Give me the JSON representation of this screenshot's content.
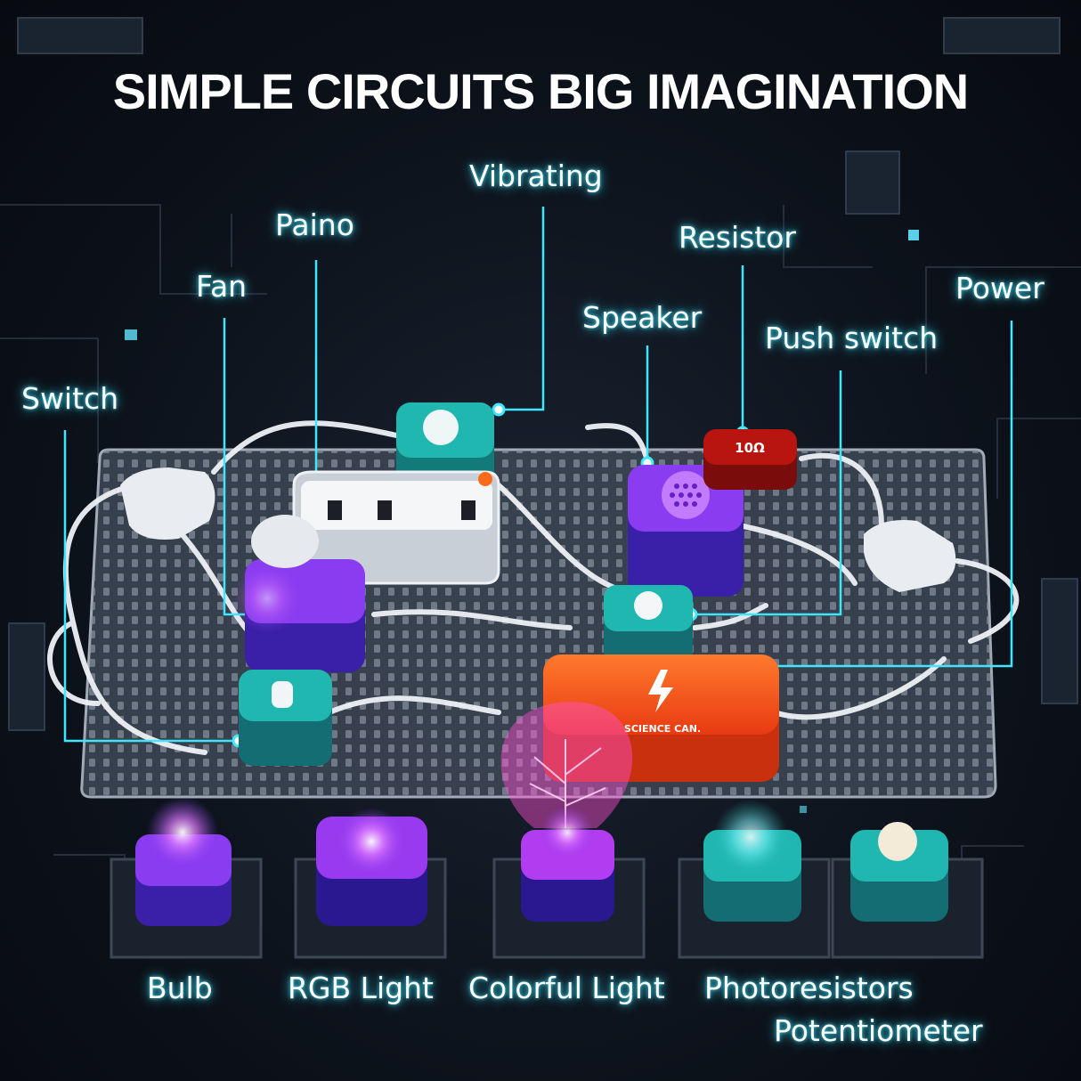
{
  "title": "SIMPLE CIRCUITS  BIG IMAGINATION",
  "labels": {
    "vibrating": "Vibrating",
    "paino": "Paino",
    "resistor": "Resistor",
    "fan": "Fan",
    "power": "Power",
    "speaker": "Speaker",
    "push_switch": "Push switch",
    "switch": "Switch",
    "bulb": "Bulb",
    "rgb_light": "RGB Light",
    "colorful_light": "Colorful Light",
    "photoresistors": "Photoresistors",
    "potentiometer": "Potentiometer"
  },
  "module_text": {
    "resistor_value": "10Ω",
    "power_brand": "SCIENCE CAN."
  },
  "colors": {
    "leader_line": "#3fe6ff",
    "teal_module": "#1fb7b0",
    "purple_module": "#8a3cf0",
    "orange_module": "#ff5a1f",
    "red_module": "#b81410"
  }
}
